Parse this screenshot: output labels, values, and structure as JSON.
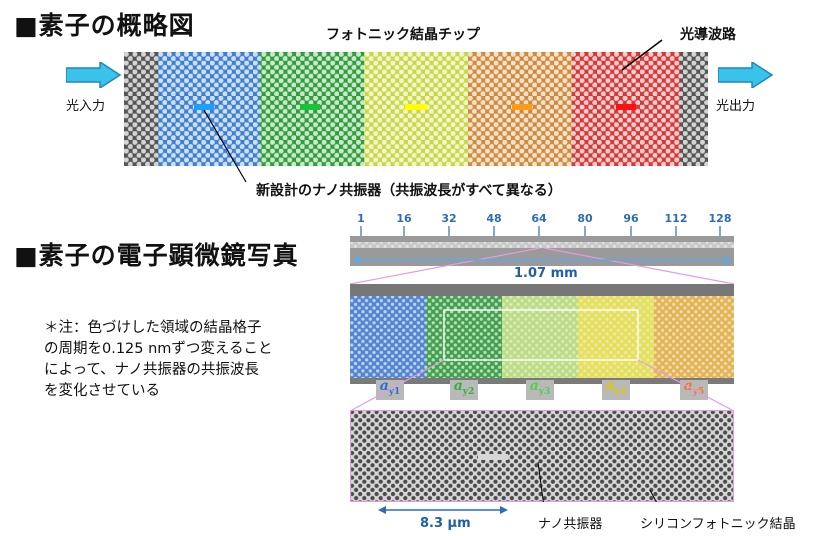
{
  "section1": {
    "title": "■素子の概略図"
  },
  "chip_label": "フォトニック結晶チップ",
  "waveguide_label": "光導波路",
  "input_label": "光入力",
  "output_label": "光出力",
  "resonator_caption": "新設計のナノ共振器（共振波長がすべて異なる）",
  "chip_regions": [
    {
      "color": "#3d7fd1",
      "marker": "#1aa0ff"
    },
    {
      "color": "#2f9e3a",
      "marker": "#18c23a"
    },
    {
      "color": "#c9d842",
      "marker": "#ffff00"
    },
    {
      "color": "#d08a3a",
      "marker": "#ff9a1a"
    },
    {
      "color": "#d43838",
      "marker": "#ff1010"
    }
  ],
  "section2": {
    "title": "■素子の電子顕微鏡写真"
  },
  "ticks": [
    "1",
    "16",
    "32",
    "48",
    "64",
    "80",
    "96",
    "112",
    "128"
  ],
  "length_label": "1.07 mm",
  "note": {
    "lines": [
      "＊注：色づけした領域の結晶格子",
      "の周期を0.125 nmずつ変えること",
      "によって、ナノ共振器の共振波長",
      "を変化させている"
    ]
  },
  "sem_regions": [
    {
      "color": "#4f86d6",
      "label_a": "a",
      "label_sub": "y1",
      "label_color": "#2a6fd1"
    },
    {
      "color": "#3fa34a",
      "label_a": "a",
      "label_sub": "y2",
      "label_color": "#2fb33a"
    },
    {
      "color": "#b9df7a",
      "label_a": "a",
      "label_sub": "y3",
      "label_color": "#4fcf4a"
    },
    {
      "color": "#e8e24a",
      "label_a": "a",
      "label_sub": "y4",
      "label_color": "#e0c800"
    },
    {
      "color": "#e7b44a",
      "label_a": "a",
      "label_sub": "y5",
      "label_color": "#f07a20"
    }
  ],
  "scale_label": "8.3 μm",
  "nano_label": "ナノ共振器",
  "silicon_label": "シリコンフォトニック結晶"
}
